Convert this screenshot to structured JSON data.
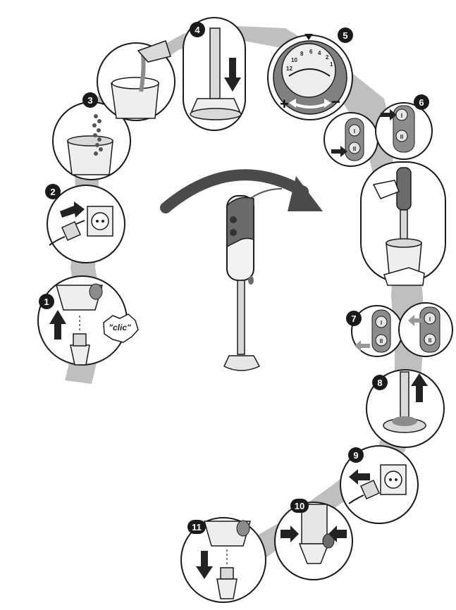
{
  "steps": [
    "1",
    "2",
    "3",
    "4",
    "5",
    "6",
    "7",
    "8",
    "9",
    "10",
    "11"
  ],
  "callout": "\"clic\"",
  "dial": {
    "numbers": [
      "1",
      "2",
      "4",
      "6",
      "8",
      "10",
      "12"
    ],
    "plus": "+",
    "minus": "−"
  },
  "button_markers": [
    "I",
    "II"
  ],
  "colors": {
    "band": "#bfbfbf",
    "outline": "#1a1a1a",
    "badge": "#1a1a1a",
    "handle_dark": "#6b6b6b",
    "panel_gray": "#8c8c8c",
    "dial_ring": "#808080",
    "silver": "#d9d9d9"
  }
}
